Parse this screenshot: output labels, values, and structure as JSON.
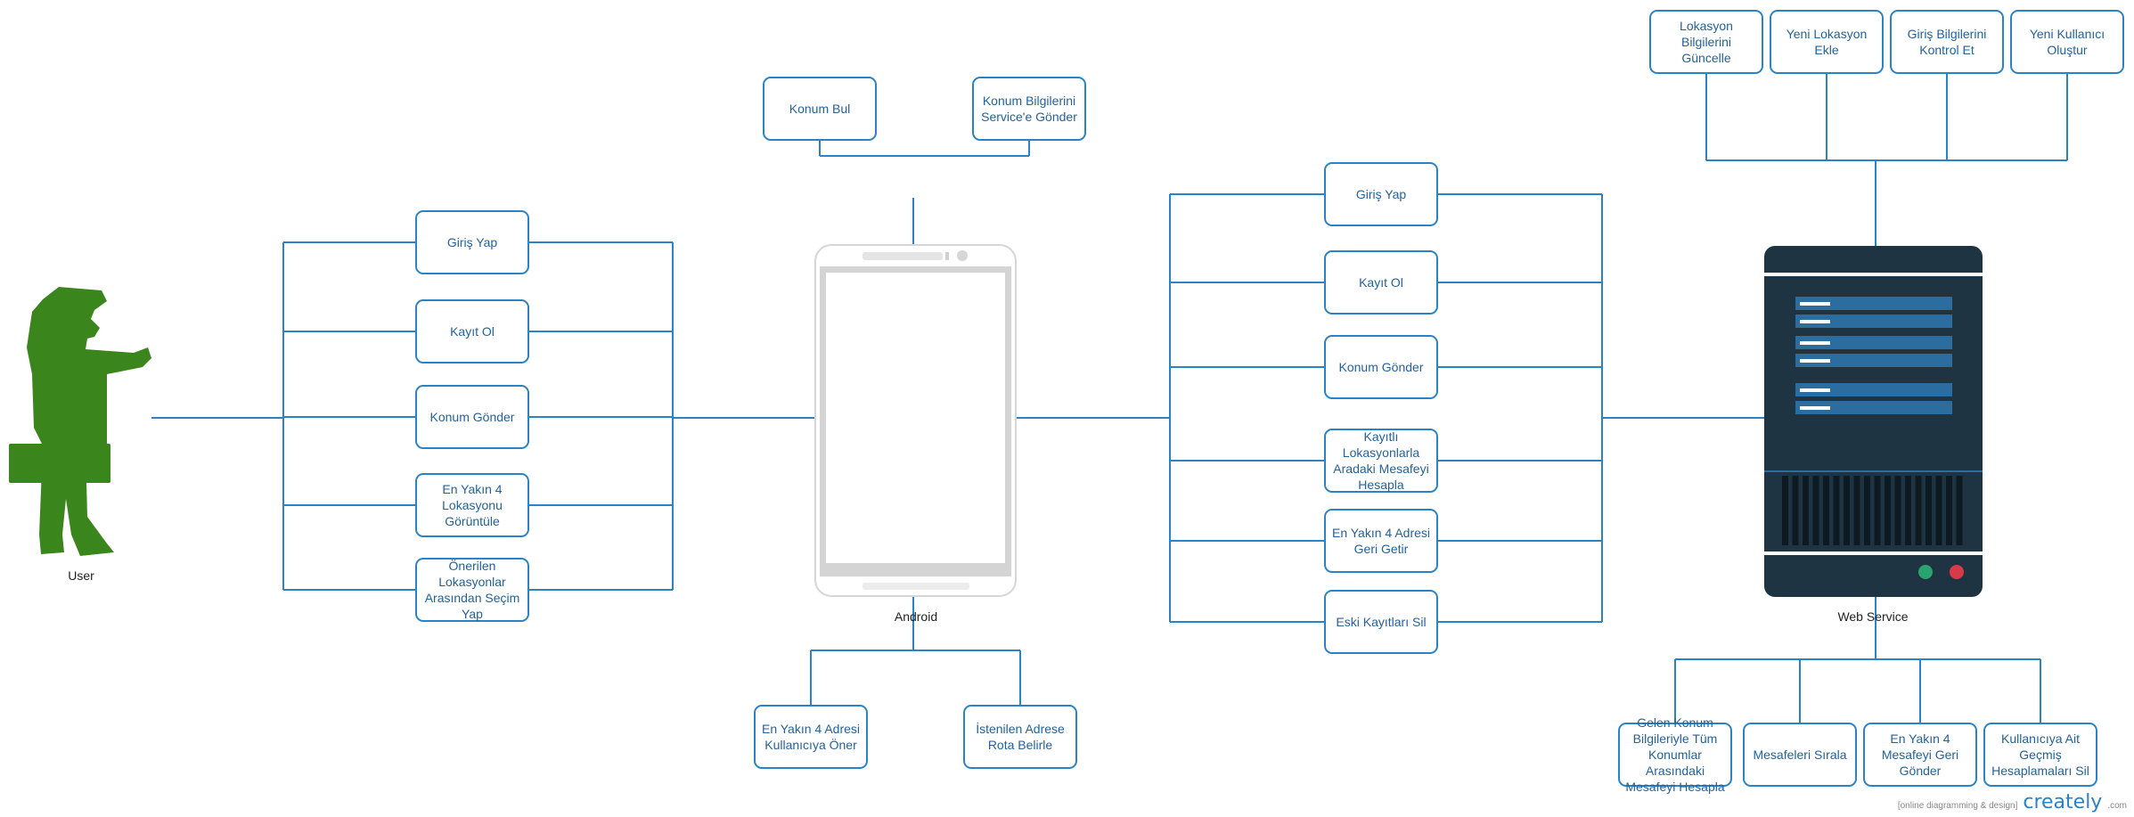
{
  "colors": {
    "line": "#2b83c6",
    "box_text": "#24629c",
    "user": "#3a861c",
    "server": "#1e3442",
    "server_bar": "#2a6d9e"
  },
  "actors": {
    "user_label": "User",
    "android_label": "Android",
    "server_label": "Web Service"
  },
  "user_actions": [
    "Giriş Yap",
    "Kayıt Ol",
    "Konum Gönder",
    "En Yakın 4\nLokasyonu\nGörüntüle",
    "Önerilen\nLokasyonlar\nArasından Seçim\nYap"
  ],
  "android_top": [
    "Konum Bul",
    "Konum Bilgilerini\nService'e Gönder"
  ],
  "android_bottom": [
    "En Yakın 4 Adresi\nKullanıcıya Öner",
    "İstenilen Adrese\nRota Belirle"
  ],
  "service_calls": [
    "Giriş Yap",
    "Kayıt Ol",
    "Konum Gönder",
    "Kayıtlı\nLokasyonlarla\nAradaki Mesafeyi\nHesapla",
    "En Yakın 4 Adresi\nGeri Getir",
    "Eski Kayıtları Sil"
  ],
  "server_top": [
    "Lokasyon\nBilgilerini\nGüncelle",
    "Yeni Lokasyon\nEkle",
    "Giriş Bilgilerini\nKontrol Et",
    "Yeni Kullanıcı\nOluştur"
  ],
  "server_bottom": [
    "Gelen Konum\nBilgileriyle Tüm\nKonumlar\nArasındaki\nMesafeyi Hesapla",
    "Mesafeleri Sırala",
    "En Yakın 4\nMesafeyi Geri\nGönder",
    "Kullanıcıya Ait\nGeçmiş\nHesaplamaları Sil"
  ],
  "watermark": {
    "tagline": "[online diagramming & design]",
    "brand": "creately",
    "domain": ".com"
  }
}
